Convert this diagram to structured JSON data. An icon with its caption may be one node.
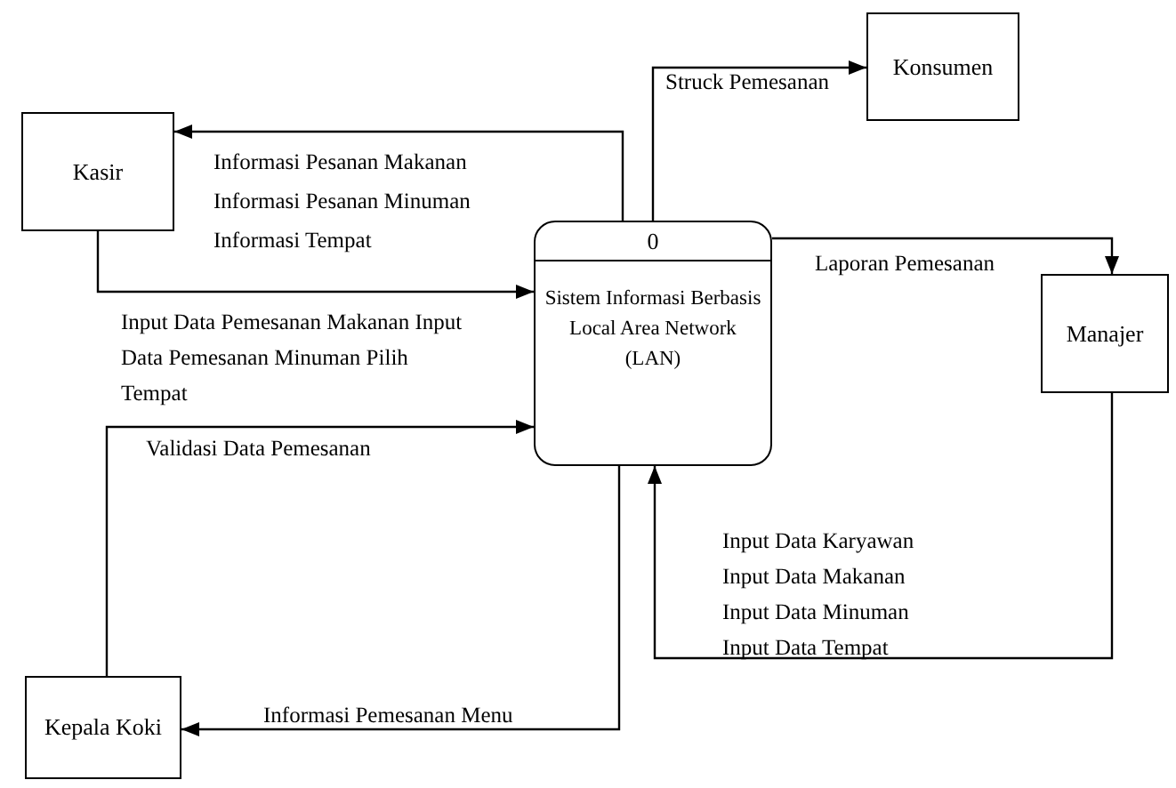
{
  "diagram": {
    "nodes": [
      {
        "text": [
          "Kasir"
        ]
      },
      {
        "text": [
          "0",
          "Sistem Informasi Berbasis Local Area Network (LAN)"
        ]
      },
      {
        "text": [
          "Konsumen"
        ]
      },
      {
        "text": [
          "Manajer"
        ]
      },
      {
        "text": [
          "Kepala Koki"
        ]
      }
    ],
    "edges": [
      {
        "from": 1,
        "to": 0,
        "arrow": "to",
        "label": "Informasi Pesanan Makanan Informasi Pesanan Minuman Informasi Tempat"
      },
      {
        "from": 0,
        "to": 1,
        "arrow": "to",
        "label": "Input Data Pemesanan Makanan Input Data Pemesanan Minuman Pilih Tempat"
      },
      {
        "from": 4,
        "to": 1,
        "arrow": "to",
        "label": "Validasi Data Pemesanan"
      },
      {
        "from": 1,
        "to": 4,
        "arrow": "to",
        "label": "Informasi Pemesanan Menu"
      },
      {
        "from": 1,
        "to": 2,
        "arrow": "to",
        "label": "Struck Pemesanan"
      },
      {
        "from": 1,
        "to": 3,
        "arrow": "to",
        "label": "Laporan Pemesanan"
      },
      {
        "from": 3,
        "to": 1,
        "arrow": "to",
        "label": "Input Data Karyawan Input Data Makanan Input Data Minuman Input Data Tempat"
      }
    ]
  }
}
